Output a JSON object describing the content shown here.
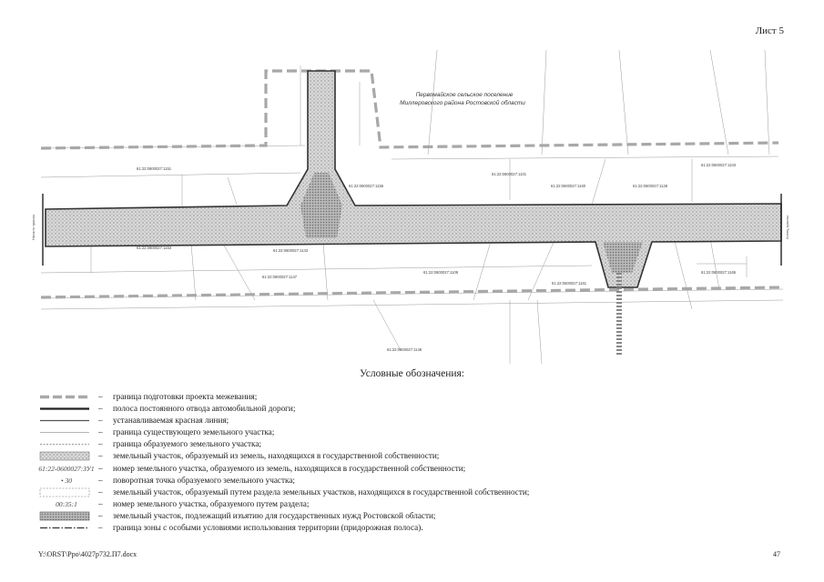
{
  "sheet": "Лист 5",
  "map": {
    "settlement_line1": "Первомайское сельское поселение",
    "settlement_line2": "Миллеровского района Ростовской области",
    "parcels": [
      "61:22:0600027:1151",
      "61:22:0600027:1147",
      "61:22:0600027:1156",
      "61:22:0600027:1143",
      "61:22:0600027:1153",
      "61:22:0600027:1148",
      "61:22:0600027:1101",
      "61:22:0600027:1160",
      "61:22:0600027:1128",
      "61:22:0600027:1103",
      "61:22:0600027:1109",
      "61:22:0600027:1161",
      "61:22:0600027:1165"
    ],
    "road_left": "Начало трассы",
    "road_right": "Конец трассы"
  },
  "legend_title": "Условные обозначения:",
  "legend": [
    {
      "text": "граница подготовки проекта межевания;"
    },
    {
      "text": "полоса постоянного отвода автомобильной дороги;"
    },
    {
      "text": "устанавливаемая красная линия;"
    },
    {
      "text": "граница существующего земельного участка;"
    },
    {
      "text": "граница образуемого земельного участка;"
    },
    {
      "text": "земельный участок, образуемый из земель, находящихся в государственной собственности;"
    },
    {
      "text": "номер земельного участка, образуемого из земель, находящихся в государственной собственности;",
      "sample": "61:22-0600027:ЗУ1"
    },
    {
      "text": "поворотная точка образуемого земельного участка;",
      "sample": "• 30"
    },
    {
      "text": "земельный участок, образуемый путем раздела земельных участков, находящихся в государственной собственности;"
    },
    {
      "text": "номер земельного участка, образуемого путем раздела;",
      "sample": "00:35:1"
    },
    {
      "text": "земельный участок, подлежащий изъятию для государственных нужд Ростовской области;"
    },
    {
      "text": "граница зоны с особыми условиями использования территории (придорожная полоса)."
    }
  ],
  "footer_path": "Y:\\ORST\\Ppo\\4027p732.П7.docx",
  "page_number": "47"
}
